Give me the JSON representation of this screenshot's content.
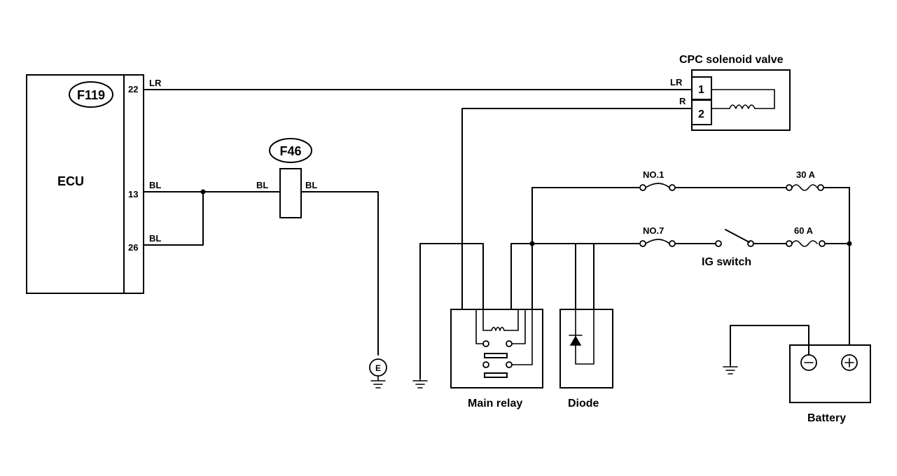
{
  "ecu": {
    "label": "ECU",
    "connector": "F119",
    "pins": {
      "p22": "22",
      "p13": "13",
      "p26": "26"
    }
  },
  "connector_f46": "F46",
  "wires": {
    "lr_ecu": "LR",
    "lr_valve": "LR",
    "r_valve": "R",
    "bl_13": "BL",
    "bl_26": "BL",
    "bl_f46_in": "BL",
    "bl_f46_out": "BL"
  },
  "cpc_valve": {
    "title": "CPC solenoid valve",
    "pin1": "1",
    "pin2": "2"
  },
  "main_relay": {
    "label": "Main relay"
  },
  "diode": {
    "label": "Diode"
  },
  "fuses": {
    "no1": "NO.1",
    "no7": "NO.7",
    "f30": "30 A",
    "f60": "60 A"
  },
  "ig_switch": {
    "label": "IG switch"
  },
  "battery": {
    "label": "Battery"
  },
  "ground_e": "E"
}
